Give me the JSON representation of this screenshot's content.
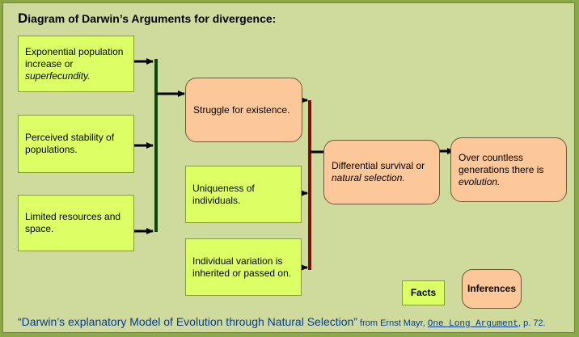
{
  "title": {
    "first_letter": "D",
    "rest": "iagram of Darwin’s Arguments for divergence:"
  },
  "facts": {
    "exponential": {
      "line1": "Exponential population increase or",
      "line2": "superfecundity."
    },
    "stability": {
      "text": "Perceived stability of populations."
    },
    "resources": {
      "text": "Limited resources and space."
    },
    "uniqueness": {
      "text": "Uniqueness of individuals."
    },
    "variation": {
      "text": "Individual variation is inherited or passed on."
    }
  },
  "inferences": {
    "struggle": {
      "text": "Struggle for existence."
    },
    "selection": {
      "line1": "Differential survival or",
      "line2": "natural selection."
    },
    "evolution": {
      "line1": "Over countless generations there is",
      "line2": "evolution."
    }
  },
  "legend": {
    "facts": "Facts",
    "inferences": "Inferences"
  },
  "footer": {
    "quote": "“Darwin’s explanatory Model of Evolution through Natural Selection”",
    "from": " from Ernst Mayr, ",
    "book": "One Long Argument",
    "page": ", p. 72."
  },
  "colors": {
    "fact_fill": "#ddff66",
    "inference_fill": "#fcc89a",
    "bracket_green": "#0a4a0a",
    "bracket_red": "#7a1010",
    "arrow": "#000000",
    "footer_text": "#0a3a8a"
  }
}
